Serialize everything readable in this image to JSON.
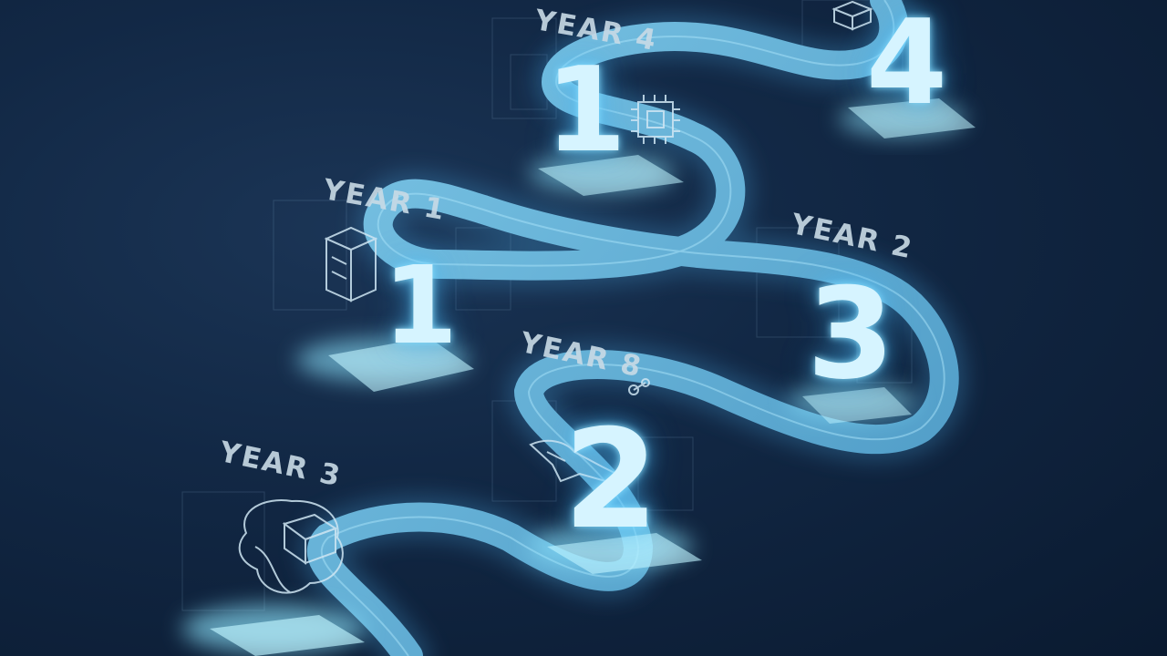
{
  "milestones": [
    {
      "label": "YEAR 1",
      "numeral": "1"
    },
    {
      "label": "YEAR 4",
      "numeral": "1"
    },
    {
      "label": "YEAR 2",
      "numeral": "3"
    },
    {
      "label": "YEAR 8",
      "numeral": "2"
    },
    {
      "label": "YEAR 3",
      "numeral": "4"
    }
  ],
  "palette": {
    "background": "#0c1c33",
    "road": "#6ab4d8",
    "glow": "#a8ecff",
    "label": "#c9dbe6"
  },
  "icons": [
    "server-tower-icon",
    "microchip-icon",
    "cube-box-icon",
    "network-icon",
    "robotic-hand-icon",
    "brain-cube-icon"
  ]
}
